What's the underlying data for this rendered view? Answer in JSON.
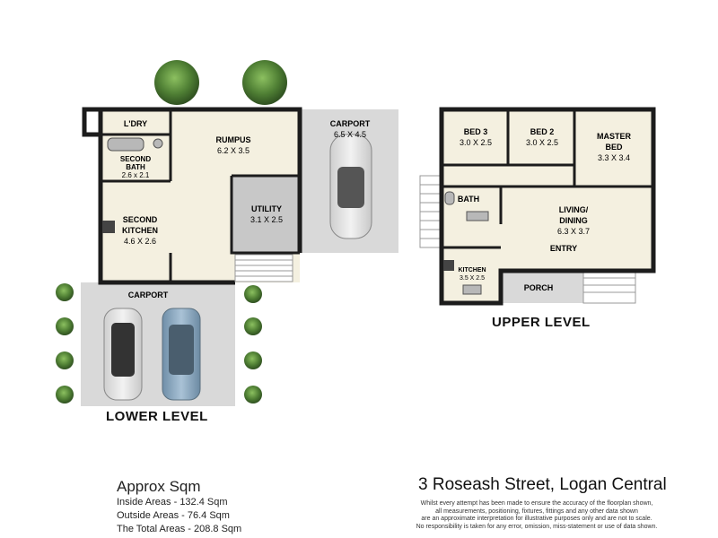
{
  "lower_level": {
    "title": "LOWER LEVEL",
    "rooms": {
      "laundry": {
        "name": "L'DRY"
      },
      "second_bath": {
        "name": "SECOND",
        "name2": "BATH",
        "dims": "2.6 x 2.1"
      },
      "rumpus": {
        "name": "RUMPUS",
        "dims": "6.2 X 3.5"
      },
      "utility": {
        "name": "UTILITY",
        "dims": "3.1 X 2.5"
      },
      "second_kitchen": {
        "name": "SECOND",
        "name2": "KITCHEN",
        "dims": "4.6 X 2.6"
      },
      "carport_side": {
        "name": "CARPORT",
        "dims": "6.5 X 4.5"
      },
      "carport_front": {
        "name": "CARPORT"
      }
    }
  },
  "upper_level": {
    "title": "UPPER LEVEL",
    "rooms": {
      "bed3": {
        "name": "BED 3",
        "dims": "3.0 X 2.5"
      },
      "bed2": {
        "name": "BED 2",
        "dims": "3.0 X 2.5"
      },
      "master": {
        "name": "MASTER",
        "name2": "BED",
        "dims": "3.3 X 3.4"
      },
      "bath": {
        "name": "BATH"
      },
      "living": {
        "name": "LIVING/",
        "name2": "DINING",
        "dims": "6.3 X 3.7"
      },
      "entry": {
        "name": "ENTRY"
      },
      "kitchen": {
        "name": "KITCHEN",
        "dims": "3.5 X 2.5"
      },
      "porch": {
        "name": "PORCH"
      }
    }
  },
  "summary": {
    "title": "Approx Sqm",
    "inside": "Inside Areas - 132.4 Sqm",
    "outside": "Outside Areas - 76.4 Sqm",
    "total": "The Total Areas - 208.8  Sqm"
  },
  "address": "3 Roseash Street, Logan Central",
  "disclaimer": [
    "Whilst every attempt has been made to ensure the accuracy of the floorplan shown,",
    "all measurements, positioning, fixtures, fittings and any other data shown",
    "are an approximate interpretation for illustrative purposes only and are not to scale.",
    "No responsibility is taken for any error, omission, miss-statement or use of data shown."
  ],
  "colors": {
    "wall": "#1c1c1c",
    "room_fill": "#f4f0e0",
    "carport_fill": "#d9d9d9",
    "utility_fill": "#c9c9c9",
    "tree": "#5a8a3a",
    "car_white": "#e8e8e8",
    "car_blue": "#8aa8c0"
  }
}
